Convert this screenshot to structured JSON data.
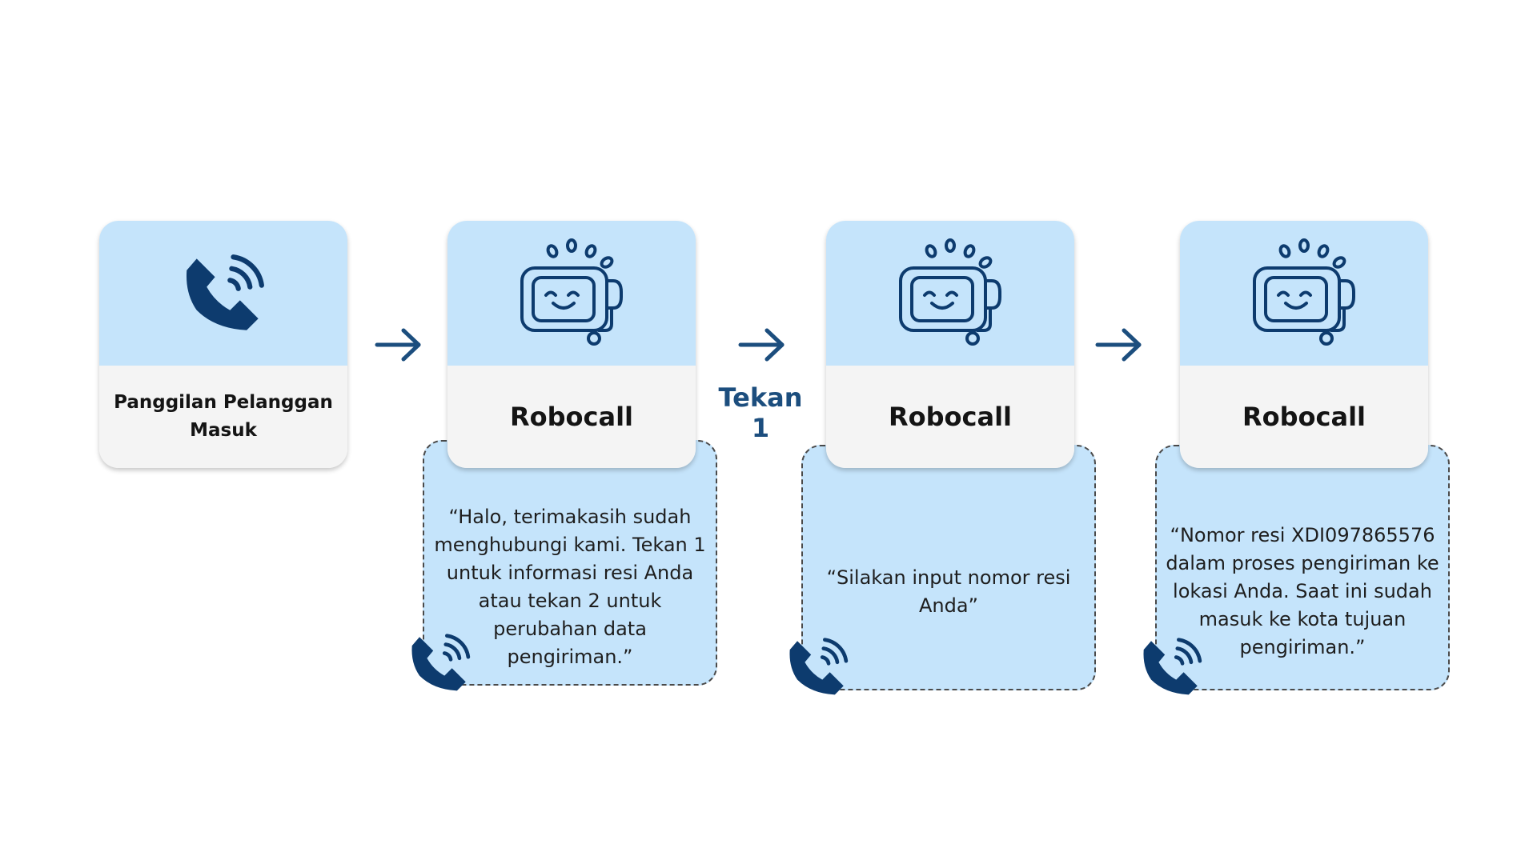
{
  "colors": {
    "card_top": "#c5e4fb",
    "card_bottom": "#f4f4f4",
    "icon": "#0d3b6e",
    "arrow": "#1c4e7e"
  },
  "nodes": [
    {
      "label": "Panggilan Pelanggan Masuk",
      "icon": "phone-ringing-icon"
    },
    {
      "label": "Robocall",
      "icon": "robot-icon"
    },
    {
      "label": "Robocall",
      "icon": "robot-icon"
    },
    {
      "label": "Robocall",
      "icon": "robot-icon"
    }
  ],
  "bubbles": [
    {
      "text": "“Halo, terimakasih sudah menghubungi kami. Tekan 1 untuk informasi resi Anda atau tekan 2 untuk perubahan data pengiriman.”"
    },
    {
      "text": "“Silakan input nomor resi Anda”"
    },
    {
      "text": "“Nomor resi XDI097865576 dalam proses pengiriman ke lokasi Anda. Saat ini sudah masuk ke kota tujuan pengiriman.”"
    }
  ],
  "edge_label": "Tekan 1"
}
